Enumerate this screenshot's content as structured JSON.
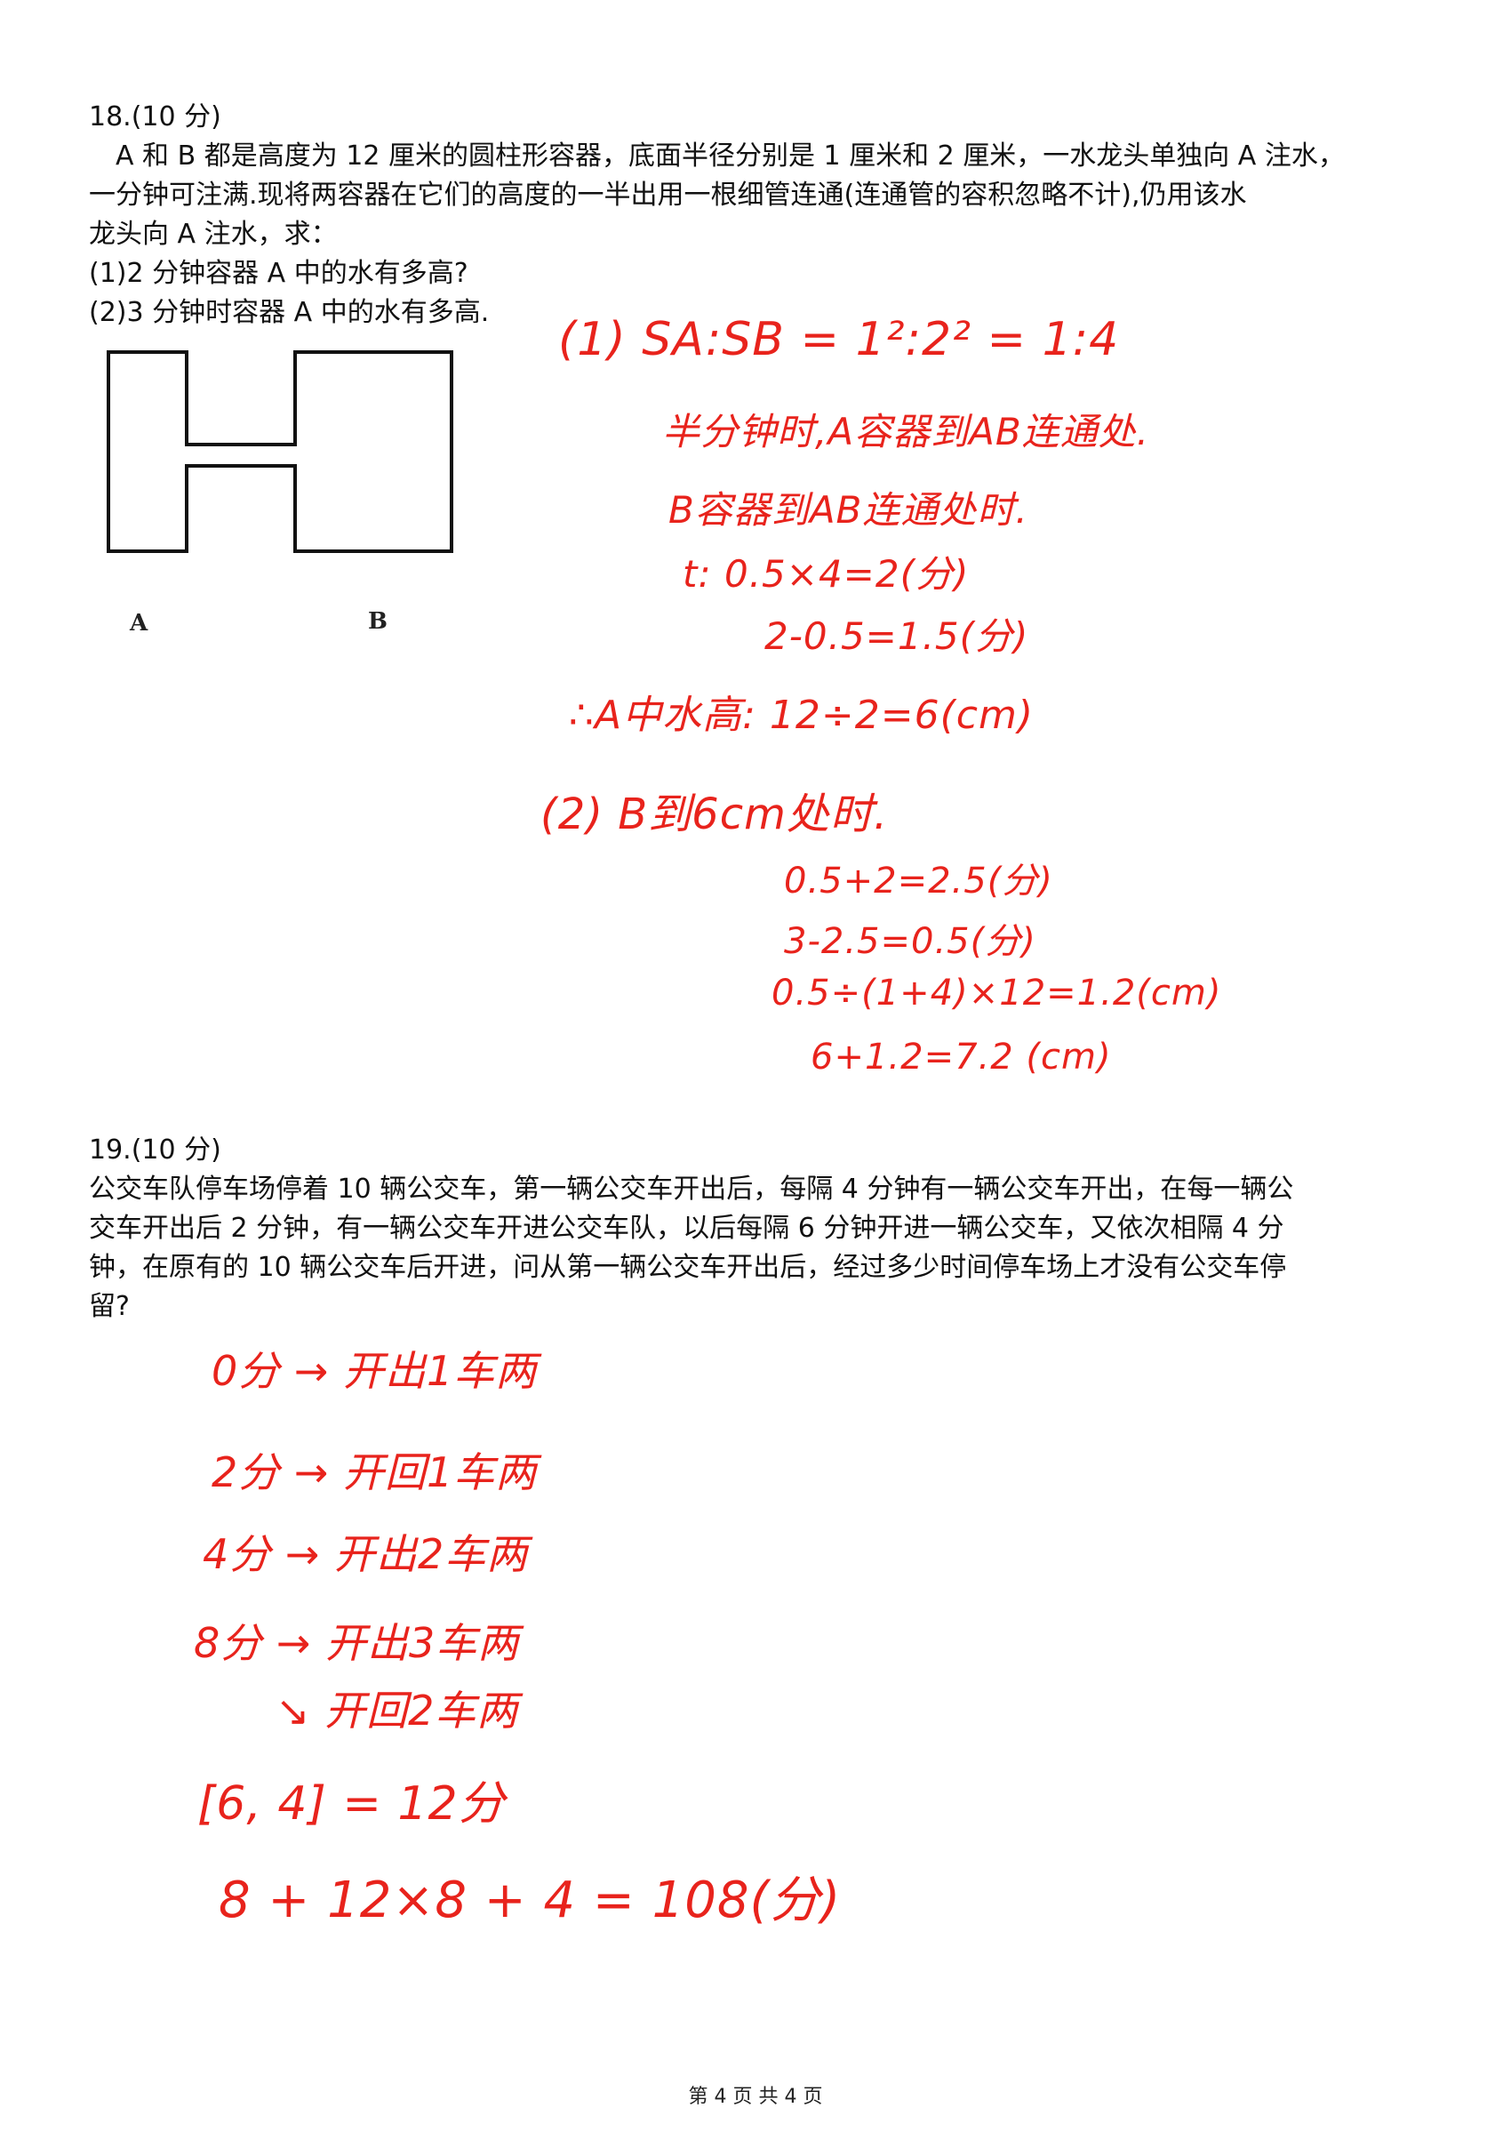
{
  "q18": {
    "header": "18.(10 分)",
    "body": [
      "　A 和 B 都是高度为 12 厘米的圆柱形容器，底面半径分别是 1 厘米和 2 厘米，一水龙头单独向 A 注水，",
      "一分钟可注满.现将两容器在它们的高度的一半出用一根细管连通(连通管的容积忽略不计),仍用该水",
      "龙头向 A 注水，求："
    ],
    "sub1": "(1)2 分钟容器 A 中的水有多高?",
    "sub2": "(2)3 分钟时容器 A 中的水有多高.",
    "diagram": {
      "label_a": "A",
      "label_b": "B"
    },
    "handwriting": [
      "(1)   SA:SB = 1²:2² = 1:4",
      "半分钟时,A容器到AB连通处.",
      "B容器到AB连通处时.",
      "t:  0.5×4=2(分)",
      "2-0.5=1.5(分)",
      "∴A中水高:  12÷2=6(cm)",
      "(2)   B到6cm处时.",
      "0.5+2=2.5(分)",
      "3-2.5=0.5(分)",
      "0.5÷(1+4)×12=1.2(cm)",
      "6+1.2=7.2 (cm)"
    ]
  },
  "q19": {
    "header": "19.(10 分)",
    "body": [
      "公交车队停车场停着 10 辆公交车，第一辆公交车开出后，每隔 4 分钟有一辆公交车开出，在每一辆公",
      "交车开出后 2 分钟，有一辆公交车开进公交车队，以后每隔 6 分钟开进一辆公交车，又依次相隔 4 分",
      "钟，在原有的 10 辆公交车后开进，问从第一辆公交车开出后，经过多少时间停车场上才没有公交车停",
      "留?"
    ],
    "handwriting": [
      "0分 → 开出1车两",
      "2分 → 开回1车两",
      "4分 → 开出2车两",
      "8分 →   开出3车两",
      "↘  开回2车两",
      "[6, 4] = 12分",
      "8 + 12×8 + 4 = 108(分)"
    ]
  },
  "footer": "第 4 页 共 4 页",
  "colors": {
    "ink": "#111111",
    "handwriting": "#e8231c"
  }
}
